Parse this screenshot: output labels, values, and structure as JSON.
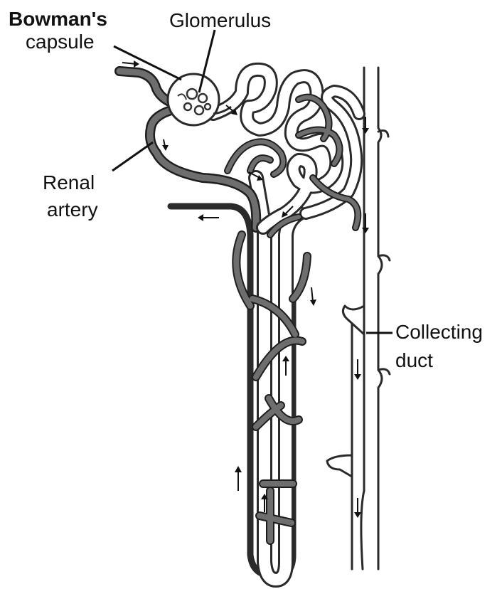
{
  "diagram": {
    "labels": {
      "bowmans_capsule_line1": "Bowman's",
      "bowmans_capsule_line2": "capsule",
      "glomerulus": "Glomerulus",
      "renal_artery_line1": "Renal",
      "renal_artery_line2": "artery",
      "collecting_duct_line1": "Collecting",
      "collecting_duct_line2": "duct"
    }
  }
}
